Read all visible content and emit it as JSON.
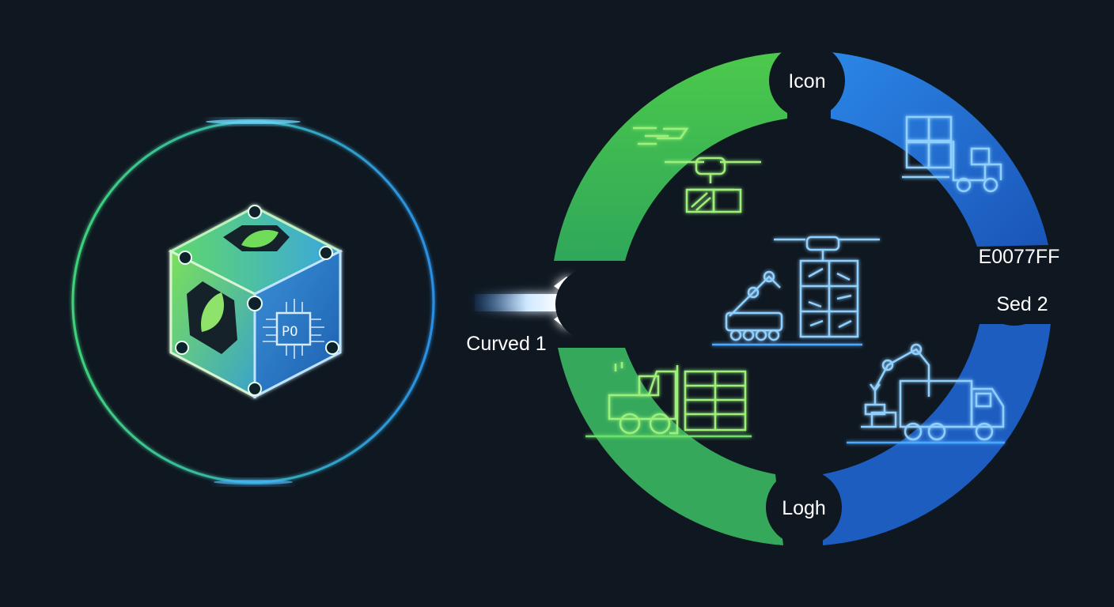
{
  "diagram": {
    "labels": {
      "top": "Icon",
      "right_upper": "E0077FF",
      "right_lower": "Sed 2",
      "bottom": "Logh",
      "left": "Curved 1"
    },
    "colors": {
      "background": "#0f1720",
      "green": "#4fc447",
      "blue": "#1f74d8",
      "glow_cyan": "#35c5ff",
      "ring_gradient_start": "#3fd27a",
      "ring_gradient_end": "#2a8fe6"
    },
    "icons": [
      "cube-eco-chip-icon",
      "arrow-right-icon",
      "delivery-speed-icon",
      "drone-package-icon",
      "forklift-pallet-icon",
      "warehouse-shelf-drone-robot-icon",
      "forklift-boxes-icon",
      "robotic-arm-truck-icon"
    ]
  }
}
